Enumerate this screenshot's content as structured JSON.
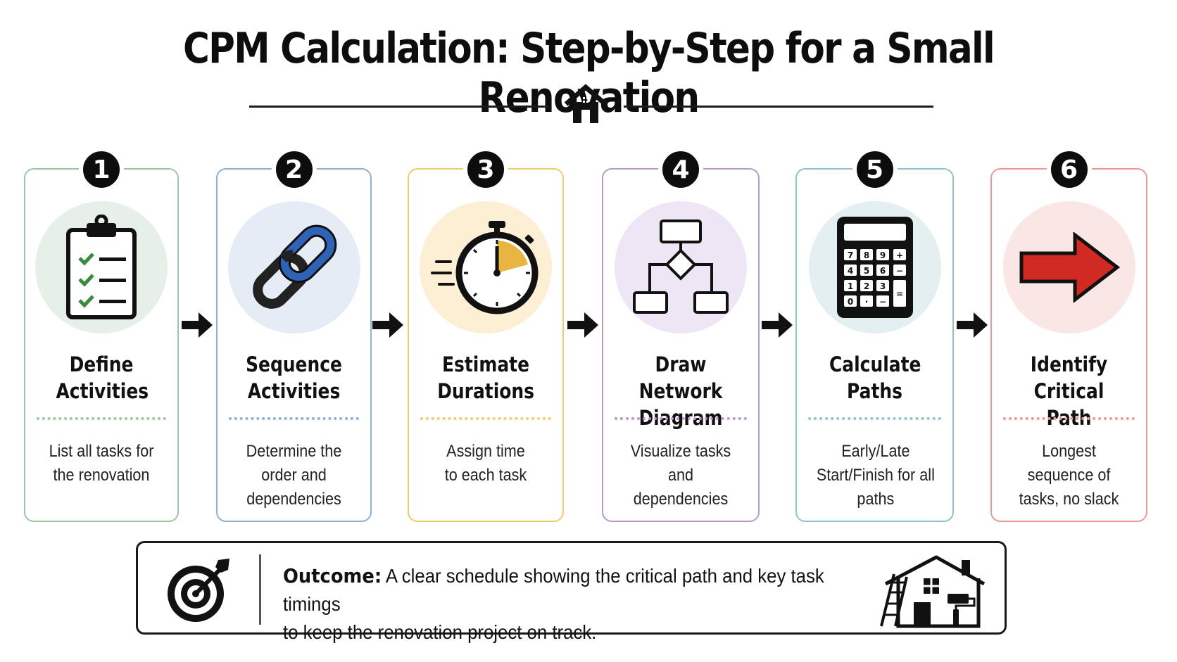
{
  "title": "CPM Calculation: Step-by-Step for a Small Renovation",
  "steps": [
    {
      "number": "1",
      "title": "Define Activities",
      "description": "List all tasks for the renovation",
      "icon": "clipboard-checklist-icon",
      "color": "#9cc7a4",
      "tint": "#e7f0e8"
    },
    {
      "number": "2",
      "title": "Sequence Activities",
      "description": "Determine the order and dependencies",
      "icon": "chain-link-icon",
      "color": "#8fb0d6",
      "tint": "#e5ecf6"
    },
    {
      "number": "3",
      "title": "Estimate Durations",
      "description": "Assign time to each task",
      "icon": "stopwatch-icon",
      "color": "#f2cb6a",
      "tint": "#fcefd3"
    },
    {
      "number": "4",
      "title": "Draw Network Diagram",
      "description": "Visualize tasks and dependencies",
      "icon": "flowchart-icon",
      "color": "#b69ad0",
      "tint": "#efe6f5"
    },
    {
      "number": "5",
      "title": "Calculate Paths",
      "description": "Early/Late Start/Finish for all paths",
      "icon": "calculator-icon",
      "color": "#8dc4c8",
      "tint": "#e3eff0"
    },
    {
      "number": "6",
      "title": "Identify Critical Path",
      "description": "Longest sequence of tasks, no slack",
      "icon": "red-arrow-icon",
      "color": "#ec9a98",
      "tint": "#fbe6e6"
    }
  ],
  "calculator_keys": [
    "7",
    "8",
    "9",
    "+",
    "4",
    "5",
    "6",
    "−",
    "1",
    "2",
    "3",
    "0",
    "·",
    "−",
    "="
  ],
  "outcome": {
    "label": "Outcome:",
    "text_line1": "A clear schedule showing the critical path and key task timings",
    "text_line2": "to keep the renovation project on track.",
    "icon_left": "target-icon",
    "icon_right": "renovation-house-icon"
  }
}
